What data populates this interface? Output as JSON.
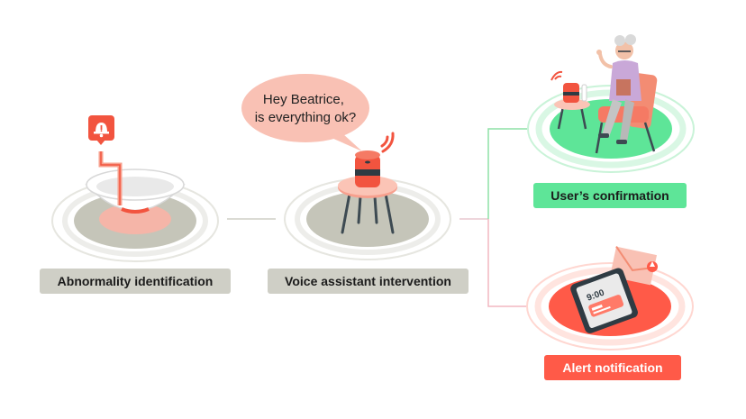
{
  "steps": [
    {
      "label": "Abnormality identification",
      "color": "#cfcfc6"
    },
    {
      "label": "Voice assistant intervention",
      "color": "#cfcfc6"
    },
    {
      "label": "User’s confirmation",
      "color": "#5ee598"
    },
    {
      "label": "Alert notification",
      "color": "#ff5a48"
    }
  ],
  "speech_bubble": {
    "line1": "Hey Beatrice,",
    "line2": "is everything ok?"
  },
  "phone": {
    "time": "9:00"
  },
  "colors": {
    "accent_red": "#f2543f",
    "green": "#5ee598",
    "gray_platform": "#c5c5b9",
    "connector_green": "#8ee0a6",
    "connector_pink": "#f2b7c0"
  },
  "icons": [
    "alert-bell-icon",
    "wifi-signal-icon",
    "envelope-icon"
  ]
}
